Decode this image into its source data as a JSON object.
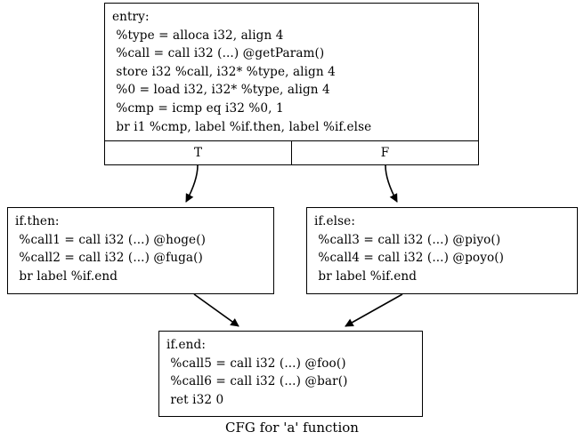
{
  "graph": {
    "caption": "CFG for 'a' function",
    "edge_color": "#000000",
    "node_border_color": "#000000",
    "background_color": "#ffffff",
    "text_color": "#000000"
  },
  "nodes": {
    "entry": {
      "label": "entry",
      "lines": [
        "entry:",
        " %type = alloca i32, align 4",
        " %call = call i32 (...) @getParam()",
        " store i32 %call, i32* %type, align 4",
        " %0 = load i32, i32* %type, align 4",
        " %cmp = icmp eq i32 %0, 1",
        " br i1 %cmp, label %if.then, label %if.else"
      ],
      "ports": [
        {
          "id": "T",
          "label": "T"
        },
        {
          "id": "F",
          "label": "F"
        }
      ]
    },
    "if_then": {
      "label": "if.then",
      "lines": [
        "if.then:",
        " %call1 = call i32 (...) @hoge()",
        " %call2 = call i32 (...) @fuga()",
        " br label %if.end"
      ]
    },
    "if_else": {
      "label": "if.else",
      "lines": [
        "if.else:",
        " %call3 = call i32 (...) @piyo()",
        " %call4 = call i32 (...) @poyo()",
        " br label %if.end"
      ]
    },
    "if_end": {
      "label": "if.end",
      "lines": [
        "if.end:",
        " %call5 = call i32 (...) @foo()",
        " %call6 = call i32 (...) @bar()",
        " ret i32 0"
      ]
    }
  },
  "edges": [
    {
      "from": "entry:T",
      "to": "if_then"
    },
    {
      "from": "entry:F",
      "to": "if_else"
    },
    {
      "from": "if_then",
      "to": "if_end"
    },
    {
      "from": "if_else",
      "to": "if_end"
    }
  ]
}
